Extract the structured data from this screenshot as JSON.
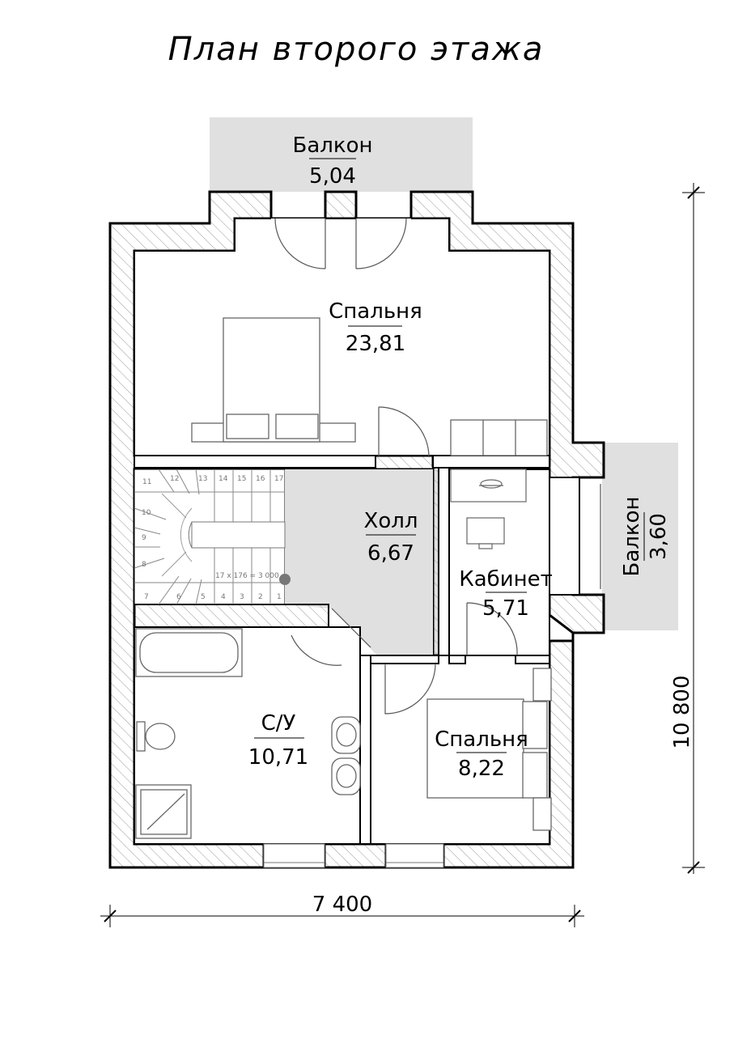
{
  "title": "План второго этажа",
  "rooms": {
    "balcony_top": {
      "name": "Балкон",
      "area": "5,04"
    },
    "bedroom_large": {
      "name": "Спальня",
      "area": "23,81"
    },
    "hall": {
      "name": "Холл",
      "area": "6,67"
    },
    "study": {
      "name": "Кабинет",
      "area": "5,71"
    },
    "balcony_right": {
      "name": "Балкон",
      "area": "3,60"
    },
    "bathroom": {
      "name": "С/У",
      "area": "10,71"
    },
    "bedroom_small": {
      "name": "Спальня",
      "area": "8,22"
    }
  },
  "dimensions": {
    "width": "7 400",
    "height": "10 800"
  },
  "stair": {
    "note": "17 x 176 = 3 000",
    "steps_top": [
      "11",
      "12",
      "13",
      "14",
      "15",
      "16",
      "17"
    ],
    "steps_left": [
      "10",
      "9",
      "8"
    ],
    "steps_bottom": [
      "7",
      "6",
      "5",
      "4",
      "3",
      "2",
      "1"
    ]
  },
  "colors": {
    "wall": "#ffffff",
    "hatch": "#9a9a9a",
    "fill_grey": "#e0e0e0",
    "line": "#000000"
  }
}
